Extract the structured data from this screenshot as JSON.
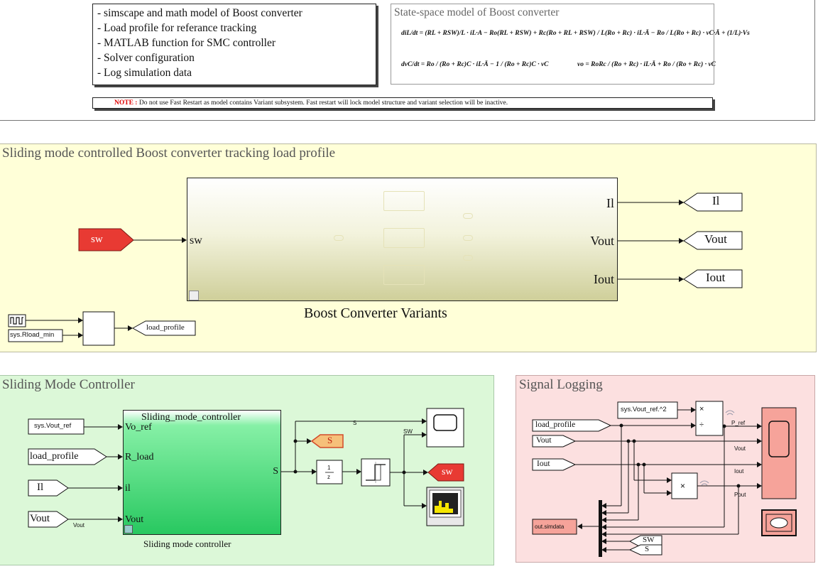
{
  "info_box": {
    "items": [
      "- simscape and math model of Boost converter",
      "- Load profile for referance tracking",
      "- MATLAB function for SMC controller",
      "- Solver configuration",
      "- Log simulation data"
    ]
  },
  "state_space": {
    "title": "State-space model of Boost converter",
    "eq1": "diL/dt = (RL + RSW)/L · iL·A − Ro(RL + RSW) + Rc(Ro + RL + RSW) / L(Ro + Rc) · iL·Ā − Ro / L(Ro + Rc) · vC·Ā + (1/L)·Vs",
    "eq2": "dvC/dt = Ro / (Ro + Rc)C · iL·Ā − 1 / (Ro + Rc)C · vC",
    "eq3": "vo = RoRc / (Ro + Rc) · iL·Ā + Ro / (Ro + Rc) · vC"
  },
  "note": {
    "prefix": "NOTE :",
    "text": "Do not use Fast Restart as model contains Variant subsystem. Fast restart will lock model structure and variant selection will be inactive."
  },
  "boost_area": {
    "title": "Sliding mode controlled Boost converter tracking load profile",
    "sw_from_tag": "sw",
    "subsystem_input": "sw",
    "subsystem_outputs": [
      "Il",
      "Vout",
      "Iout"
    ],
    "subsystem_caption": "Boost Converter Variants",
    "goto_tags": [
      "Il",
      "Vout",
      "Iout"
    ],
    "rload_constant": "sys.Rload_min",
    "load_profile_goto": "load_profile"
  },
  "smc_area": {
    "title": "Sliding Mode Controller",
    "inputs_from": [
      "sys.Vout_ref",
      "load_profile",
      "Il",
      "Vout"
    ],
    "vout_signal_label": "Vout",
    "block_title": "Sliding_mode_controller",
    "block_ports": [
      "Vo_ref",
      "R_load",
      "il",
      "Vout"
    ],
    "block_output": "S",
    "block_caption": "Sliding mode controller",
    "s_signal_label": "S",
    "sw_signal_label": "SW",
    "s_goto": "S",
    "sw_goto": "sw",
    "integrator_num": "1",
    "integrator_den": "z"
  },
  "logging_area": {
    "title": "Signal Logging",
    "constant": "sys.Vout_ref.^2",
    "from_tags": [
      "load_profile",
      "Vout",
      "Iout"
    ],
    "product_symbol": "×",
    "divide_symbol": "÷",
    "signal_labels": [
      "P_ref",
      "Vout",
      "Iout",
      "Pout"
    ],
    "to_workspace": "out.simdata",
    "bottom_from": [
      "SW",
      "S"
    ]
  },
  "colors": {
    "boost_bg": "#ffffd8",
    "smc_bg": "#dcf8d8",
    "log_bg": "#fce0e0",
    "red_tag": "#e83a33",
    "orange_tag": "#f6c07a",
    "scope": "#f6a39a"
  }
}
